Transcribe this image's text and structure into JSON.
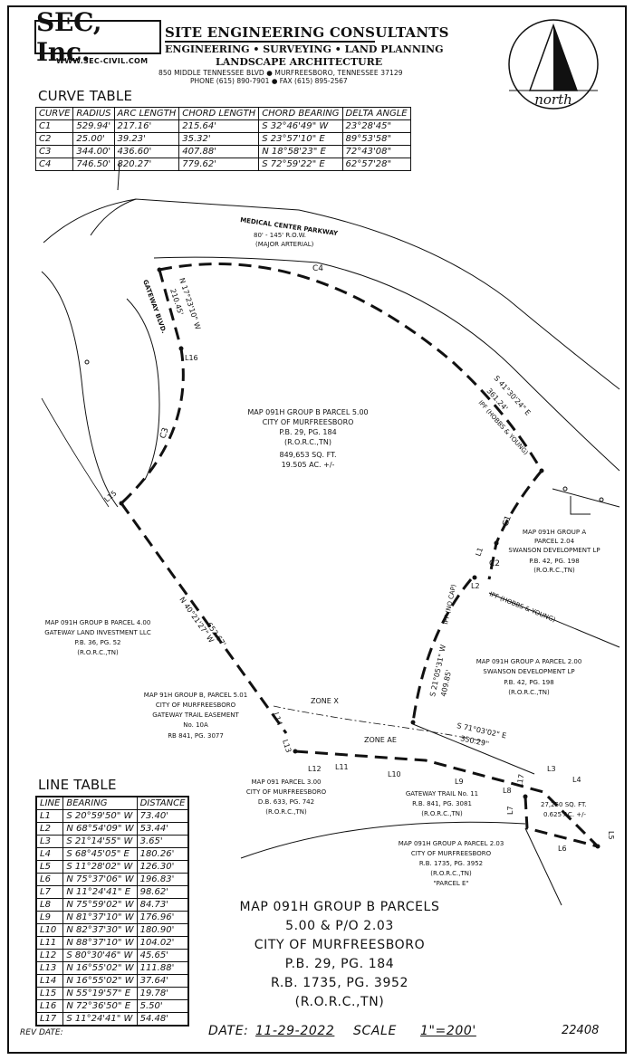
{
  "company": {
    "logo": "SEC, Inc.",
    "name": "SITE ENGINEERING CONSULTANTS",
    "services_line1": "ENGINEERING • SURVEYING • LAND PLANNING",
    "services_line2": "LANDSCAPE ARCHITECTURE",
    "address": "850 MIDDLE TENNESSEE BLVD ● MURFREESBORO, TENNESSEE 37129",
    "phone": "PHONE (615) 890-7901 ● FAX (615) 895-2567",
    "website": "WWW.SEC-CIVIL.COM"
  },
  "north_label": "north",
  "curve_table": {
    "title": "CURVE TABLE",
    "headers": [
      "CURVE",
      "RADIUS",
      "ARC LENGTH",
      "CHORD LENGTH",
      "CHORD BEARING",
      "DELTA ANGLE"
    ],
    "rows": [
      [
        "C1",
        "529.94'",
        "217.16'",
        "215.64'",
        "S 32°46'49\" W",
        "23°28'45\""
      ],
      [
        "C2",
        "25.00'",
        "39.23'",
        "35.32'",
        "S 23°57'10\" E",
        "89°53'58\""
      ],
      [
        "C3",
        "344.00'",
        "436.60'",
        "407.88'",
        "N 18°58'23\" E",
        "72°43'08\""
      ],
      [
        "C4",
        "746.50'",
        "820.27'",
        "779.62'",
        "S 72°59'22\" E",
        "62°57'28\""
      ]
    ]
  },
  "line_table": {
    "title": "LINE TABLE",
    "headers": [
      "LINE",
      "BEARING",
      "DISTANCE"
    ],
    "rows": [
      [
        "L1",
        "S 20°59'50\" W",
        "73.40'"
      ],
      [
        "L2",
        "N 68°54'09\" W",
        "53.44'"
      ],
      [
        "L3",
        "S 21°14'55\" W",
        "3.65'"
      ],
      [
        "L4",
        "S 68°45'05\" E",
        "180.26'"
      ],
      [
        "L5",
        "S 11°28'02\" W",
        "126.30'"
      ],
      [
        "L6",
        "N 75°37'06\" W",
        "196.83'"
      ],
      [
        "L7",
        "N 11°24'41\" E",
        "98.62'"
      ],
      [
        "L8",
        "N 75°59'02\" W",
        "84.73'"
      ],
      [
        "L9",
        "N 81°37'10\" W",
        "176.96'"
      ],
      [
        "L10",
        "N 82°37'30\" W",
        "180.90'"
      ],
      [
        "L11",
        "N 88°37'10\" W",
        "104.02'"
      ],
      [
        "L12",
        "S 80°30'46\" W",
        "45.65'"
      ],
      [
        "L13",
        "N 16°55'02\" W",
        "111.88'"
      ],
      [
        "L14",
        "N 16°55'02\" W",
        "37.64'"
      ],
      [
        "L15",
        "N 55°19'57\" E",
        "19.78'"
      ],
      [
        "L16",
        "N 72°36'50\" E",
        "5.50'"
      ],
      [
        "L17",
        "S 11°24'41\" W",
        "54.48'"
      ]
    ]
  },
  "map": {
    "road_name": "MEDICAL CENTER PARKWAY",
    "road_row": "80' - 145' R.O.W.",
    "road_class": "(MAJOR ARTERIAL)",
    "gateway_blvd": "GATEWAY BLVD.",
    "bearing_top_left": "N 17°23'10\" W",
    "bearing_top_left_dist": "210.45'",
    "bearing_right": "S 41°30'24\" E",
    "bearing_right_dist": "361.24'",
    "ipf_right": "IPF (HOBBS & YOUNG)",
    "bearing_left": "N 40°21'27\" W",
    "bearing_left_dist": "652.67'",
    "bearing_mid": "S 21°05'31\" W",
    "bearing_mid_dist": "409.85'",
    "ipf_mid": "IPF (NO CAP)",
    "ipf_mid2": "IPF (HOBBS & YOUNG)",
    "bearing_bottom": "S 71°03'02\" E",
    "bearing_bottom_dist": "350.29'",
    "zone_x": "ZONE X",
    "zone_ae": "ZONE AE",
    "parcel_main": [
      "MAP 091H GROUP B PARCEL 5.00",
      "CITY OF MURFREESBORO",
      "P.B. 29, PG. 184",
      "(R.O.R.C.,TN)",
      "849,653 SQ. FT.",
      "19.505 AC. +/-"
    ],
    "parcel_204": [
      "MAP 091H GROUP A",
      "PARCEL 2.04",
      "SWANSON DEVELOPMENT LP",
      "P.B. 42, PG. 198",
      "(R.O.R.C.,TN)"
    ],
    "parcel_200": [
      "MAP 091H GROUP A PARCEL 2.00",
      "SWANSON DEVELOPMENT LP",
      "P.B. 42, PG. 198",
      "(R.O.R.C.,TN)"
    ],
    "parcel_400": [
      "MAP 091H GROUP B PARCEL 4.00",
      "GATEWAY LAND INVESTMENT LLC",
      "P.B. 36, PG. 52",
      "(R.O.R.C.,TN)"
    ],
    "parcel_501": [
      "MAP 91H GROUP B, PARCEL 5.01",
      "CITY OF MURFREESBORO",
      "GATEWAY TRAIL EASEMENT",
      "No. 10A",
      "RB 841, PG. 3077"
    ],
    "parcel_300": [
      "MAP 091 PARCEL 3.00",
      "CITY OF MURFREESBORO",
      "D.B. 633, PG. 742",
      "(R.O.R.C.,TN)"
    ],
    "trail": [
      "GATEWAY TRAIL No. 11",
      "R.B. 841, PG. 3081",
      "(R.O.R.C.,TN)"
    ],
    "parcel_e_area": "27,250 SQ. FT.",
    "parcel_e_acres": "0.625 AC. +/-",
    "parcel_203": [
      "MAP 091H GROUP A PARCEL 2.03",
      "CITY OF MURFREESBORO",
      "R.B. 1735, PG. 3952",
      "(R.O.R.C.,TN)",
      "\"PARCEL E\""
    ],
    "labels": {
      "C1": "C1",
      "C2": "C2",
      "C3": "C3",
      "C4": "C4",
      "L1": "L1",
      "L2": "L2",
      "L3": "L3",
      "L4": "L4",
      "L5": "L5",
      "L6": "L6",
      "L7": "L7",
      "L8": "L8",
      "L9": "L9",
      "L10": "L10",
      "L11": "L11",
      "L12": "L12",
      "L13": "L13",
      "L14": "L14",
      "L15": "L15",
      "L16": "L16",
      "L17": "L17"
    }
  },
  "caption": {
    "line1": "MAP 091H GROUP B PARCELS",
    "line2": "5.00 & P/O 2.03",
    "line3": "CITY OF MURFREESBORO",
    "line4": "P.B. 29, PG. 184",
    "line5": "R.B. 1735, PG. 3952",
    "line6": "(R.O.R.C.,TN)"
  },
  "footer": {
    "rev_date_label": "REV DATE:",
    "date_label": "DATE:",
    "date_value": "11-29-2022",
    "scale_label": "SCALE",
    "scale_value": "1\"=200'",
    "job_number": "22408"
  }
}
